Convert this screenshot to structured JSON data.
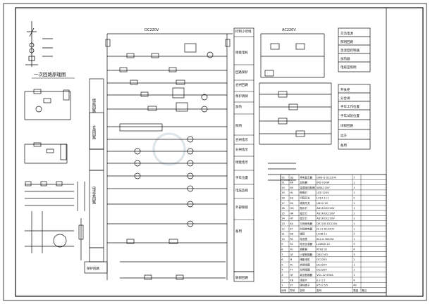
{
  "sheet": {
    "title_one_line": "一次回路原理图",
    "dc_bus_label": "DC220V",
    "ac_bus_label": "AC220V"
  },
  "left_labels": [
    "储能回路",
    "合闸回路",
    "电流表回路"
  ],
  "middle_boxes": [
    "控制小母线",
    "储能电机",
    "回路保护",
    "合闸回路",
    "保护跳闸",
    "加热",
    "照明",
    "合闸指示",
    "分闸指示",
    "储能指示",
    "手车位置",
    "电压监视",
    "外部联锁",
    "备用"
  ],
  "right_boxes_top": [
    "交流电源",
    "照明回路",
    "温湿度控制器",
    "加热器",
    "电缆室照明"
  ],
  "right_boxes_mid": [
    "开关柜",
    "分合闸",
    "手车工作位置",
    "手车试验位置",
    "闭锁回路",
    "远方",
    "备用"
  ],
  "bottom_box": "联锁回路",
  "bottom_left_box": "保护回路",
  "parts_table": {
    "header": [
      "序号",
      "符号",
      "名称",
      "型号",
      "数量",
      "备注"
    ],
    "rows": [
      [
        "22",
        "QS",
        "带电显示器",
        "DXN-Q DC220V",
        "1",
        ""
      ],
      [
        "21",
        "BK",
        "加热器",
        "JRD-100W",
        "1",
        ""
      ],
      [
        "20",
        "SH",
        "温湿度控制器",
        "WSK-220V",
        "1",
        ""
      ],
      [
        "19",
        "HL",
        "照明灯",
        "LED 220V",
        "1",
        ""
      ],
      [
        "18",
        "SQ",
        "行程开关",
        "LX19-111",
        "2",
        ""
      ],
      [
        "17",
        "SA",
        "转换开关",
        "LW12-16",
        "1",
        ""
      ],
      [
        "16",
        "HG",
        "指示灯",
        "AD16 DC220V",
        "1",
        ""
      ],
      [
        "15",
        "HR",
        "指示灯",
        "AD16 DC220V",
        "1",
        ""
      ],
      [
        "14",
        "HY",
        "指示灯",
        "AD16 DC220V",
        "1",
        ""
      ],
      [
        "13",
        "KA",
        "中间继电器",
        "DZ-31B DC220V",
        "1",
        ""
      ],
      [
        "12",
        "KT",
        "时间继电器",
        "JS-11 DC220V",
        "1",
        ""
      ],
      [
        "11",
        "SB",
        "按钮",
        "LA38-11",
        "2",
        ""
      ],
      [
        "10",
        "PA",
        "电流表",
        "6L2-A 300/5A",
        "1",
        ""
      ],
      [
        "9",
        "TA",
        "电流互感器",
        "LZZBJ9-10",
        "3",
        ""
      ],
      [
        "8",
        "FU",
        "熔断器",
        "RT18-32",
        "4",
        ""
      ],
      [
        "7",
        "QF",
        "小型断路器",
        "DZ47-63",
        "3",
        ""
      ],
      [
        "6",
        "M",
        "储能电机",
        "DC220V",
        "1",
        ""
      ],
      [
        "5",
        "YC",
        "合闸线圈",
        "DC220V",
        "1",
        ""
      ],
      [
        "4",
        "YT",
        "分闸线圈",
        "DC220V",
        "1",
        ""
      ],
      [
        "3",
        "QF",
        "真空断路器",
        "VS1-12 630A",
        "1",
        ""
      ],
      [
        "2",
        "XB",
        "连接片",
        "JL1-2.5",
        "4",
        ""
      ],
      [
        "1",
        "ST",
        "接线端子",
        "JF5-2.5/5",
        "40",
        ""
      ]
    ]
  },
  "icon_names": [
    "breaker-symbol",
    "resistor-symbol",
    "contact-symbol",
    "coil-symbol",
    "lamp-symbol",
    "motor-symbol",
    "ground-symbol"
  ],
  "colors": {
    "line": "#111111",
    "watermark": "#cfd8dc",
    "background": "#ffffff"
  }
}
